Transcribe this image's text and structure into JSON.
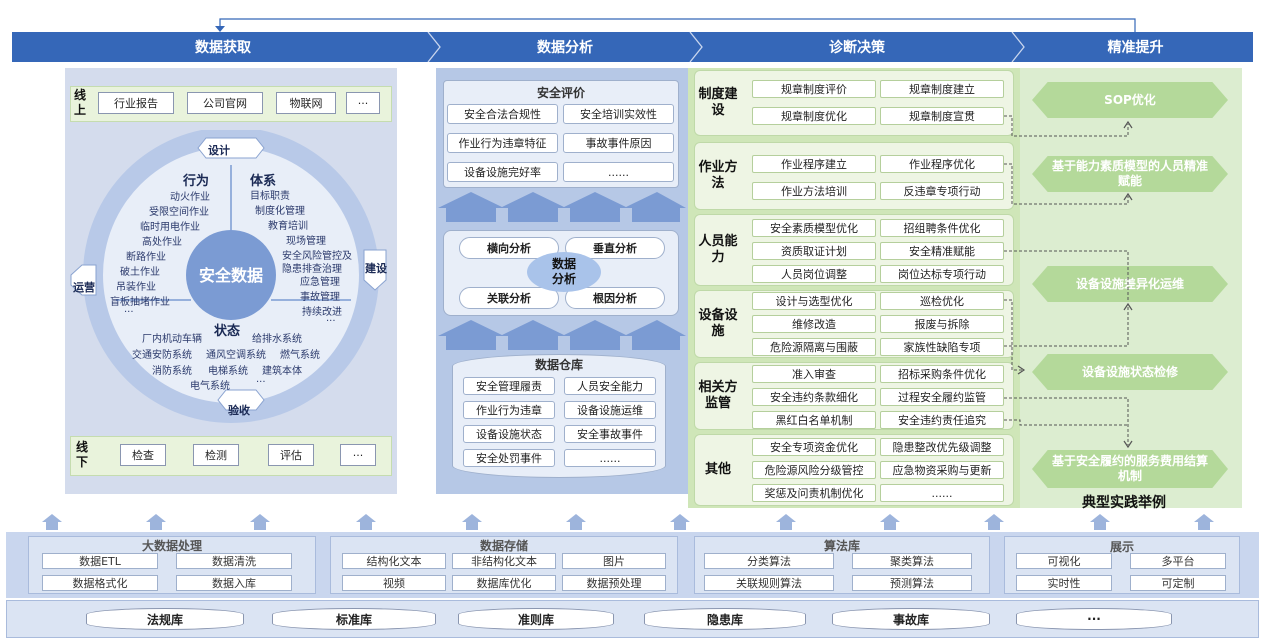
{
  "stages": [
    "数据获取",
    "数据分析",
    "诊断决策",
    "精准提升"
  ],
  "acquisition": {
    "online_label": "线上",
    "online_items": [
      "行业报告",
      "公司官网",
      "物联网",
      "···"
    ],
    "offline_label": "线下",
    "offline_items": [
      "检查",
      "检测",
      "评估",
      "···"
    ],
    "ring_labels": {
      "top": "设计",
      "right": "建设",
      "bottom": "验收",
      "left": "运营"
    },
    "center": "安全数据",
    "behavior": {
      "title": "行为",
      "items": [
        "动火作业",
        "受限空间作业",
        "临时用电作业",
        "高处作业",
        "断路作业",
        "破土作业",
        "吊装作业",
        "盲板抽堵作业",
        "···"
      ]
    },
    "system": {
      "title": "体系",
      "items": [
        "目标职责",
        "制度化管理",
        "教育培训",
        "现场管理",
        "安全风险管控及",
        "隐患排查治理",
        "应急管理",
        "事故管理",
        "持续改进",
        "···"
      ]
    },
    "state": {
      "title": "状态",
      "items": [
        "厂内机动车辆",
        "给排水系统",
        "交通安防系统",
        "通风空调系统",
        "燃气系统",
        "消防系统",
        "电梯系统",
        "建筑本体",
        "电气系统",
        "···"
      ]
    }
  },
  "analysis": {
    "eval_title": "安全评价",
    "eval_items": [
      "安全合法合规性",
      "安全培训实效性",
      "作业行为违章特征",
      "事故事件原因",
      "设备设施完好率",
      "......"
    ],
    "center": "数据\n分析",
    "methods": [
      "横向分析",
      "垂直分析",
      "关联分析",
      "根因分析"
    ],
    "warehouse_title": "数据仓库",
    "warehouse_items": [
      "安全管理履责",
      "人员安全能力",
      "作业行为违章",
      "设备设施运维",
      "设备设施状态",
      "安全事故事件",
      "安全处罚事件",
      "......"
    ]
  },
  "decision": [
    {
      "label": "制度建设",
      "items": [
        "规章制度评价",
        "规章制度建立",
        "规章制度优化",
        "规章制度宣贯"
      ]
    },
    {
      "label": "作业方法",
      "items": [
        "作业程序建立",
        "作业程序优化",
        "作业方法培训",
        "反违章专项行动"
      ]
    },
    {
      "label": "人员能力",
      "items": [
        "安全素质模型优化",
        "招组聘条件优化",
        "资质取证计划",
        "安全精准赋能",
        "人员岗位调整",
        "岗位达标专项行动"
      ]
    },
    {
      "label": "设备设施",
      "items": [
        "设计与选型优化",
        "巡检优化",
        "维修改造",
        "报废与拆除",
        "危险源隔离与围蔽",
        "家族性缺陷专项"
      ]
    },
    {
      "label": "相关方监管",
      "items": [
        "准入审查",
        "招标采购条件优化",
        "安全违约条款细化",
        "过程安全履约监管",
        "黑红白名单机制",
        "安全违约责任追究"
      ]
    },
    {
      "label": "其他",
      "items": [
        "安全专项资金优化",
        "隐患整改优先级调整",
        "危险源风险分级管控",
        "应急物资采购与更新",
        "奖惩及问责机制优化",
        "......"
      ]
    }
  ],
  "improvement": {
    "items": [
      "SOP优化",
      "基于能力素质模型的人员精准赋能",
      "设备设施差异化运维",
      "设备设施状态检修",
      "基于安全履约的服务费用结算机制"
    ],
    "caption": "典型实践举例"
  },
  "platform": [
    {
      "title": "大数据处理",
      "items": [
        "数据ETL",
        "数据清洗",
        "数据格式化",
        "数据入库"
      ]
    },
    {
      "title": "数据存储",
      "items": [
        "结构化文本",
        "非结构化文本",
        "图片",
        "视频",
        "数据库优化",
        "数据预处理"
      ]
    },
    {
      "title": "算法库",
      "items": [
        "分类算法",
        "聚类算法",
        "关联规则算法",
        "预测算法"
      ]
    },
    {
      "title": "展示",
      "items": [
        "可视化",
        "多平台",
        "实时性",
        "可定制"
      ]
    }
  ],
  "libraries": [
    "法规库",
    "标准库",
    "准则库",
    "隐患库",
    "事故库",
    "···"
  ],
  "colors": {
    "header": "#3567b8",
    "acq_bg": "#d4dced",
    "ana_bg": "#b6c8e6",
    "dec_bg": "#cfe6b8",
    "imp_bg": "#dcedd0",
    "hex": "#b4d99a"
  }
}
